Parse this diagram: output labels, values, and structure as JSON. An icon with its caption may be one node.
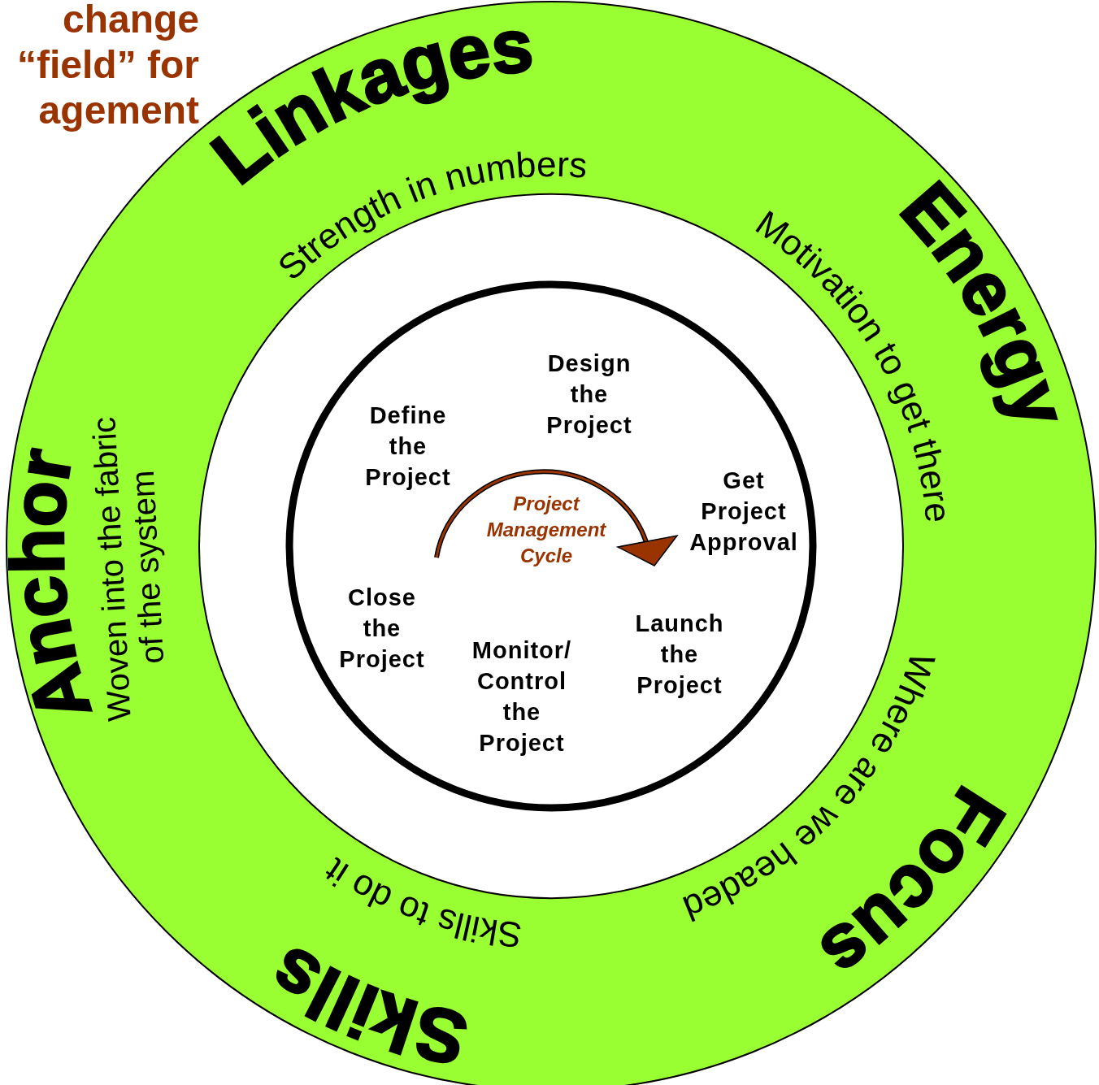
{
  "diagram": {
    "title": "change “field” for agement",
    "nodes": [
      {
        "text": [
          "Linkages",
          "Strength in numbers",
          "Energy",
          "Motivation to get there",
          "Focus",
          "Where are we headed",
          "Skills",
          "Skills to do it",
          "Anchor",
          "Woven into the fabric of the system"
        ]
      },
      {
        "text": [
          "Project Management Cycle"
        ],
        "in": 0
      },
      {
        "text": [
          "Define the Project"
        ],
        "in": 1
      },
      {
        "text": [
          "Design the Project"
        ],
        "in": 1
      },
      {
        "text": [
          "Get Project Approval"
        ],
        "in": 1
      },
      {
        "text": [
          "Launch the Project"
        ],
        "in": 1
      },
      {
        "text": [
          "Monitor/ Control the Project"
        ],
        "in": 1
      },
      {
        "text": [
          "Close the Project"
        ],
        "in": 1
      }
    ],
    "edges": []
  }
}
